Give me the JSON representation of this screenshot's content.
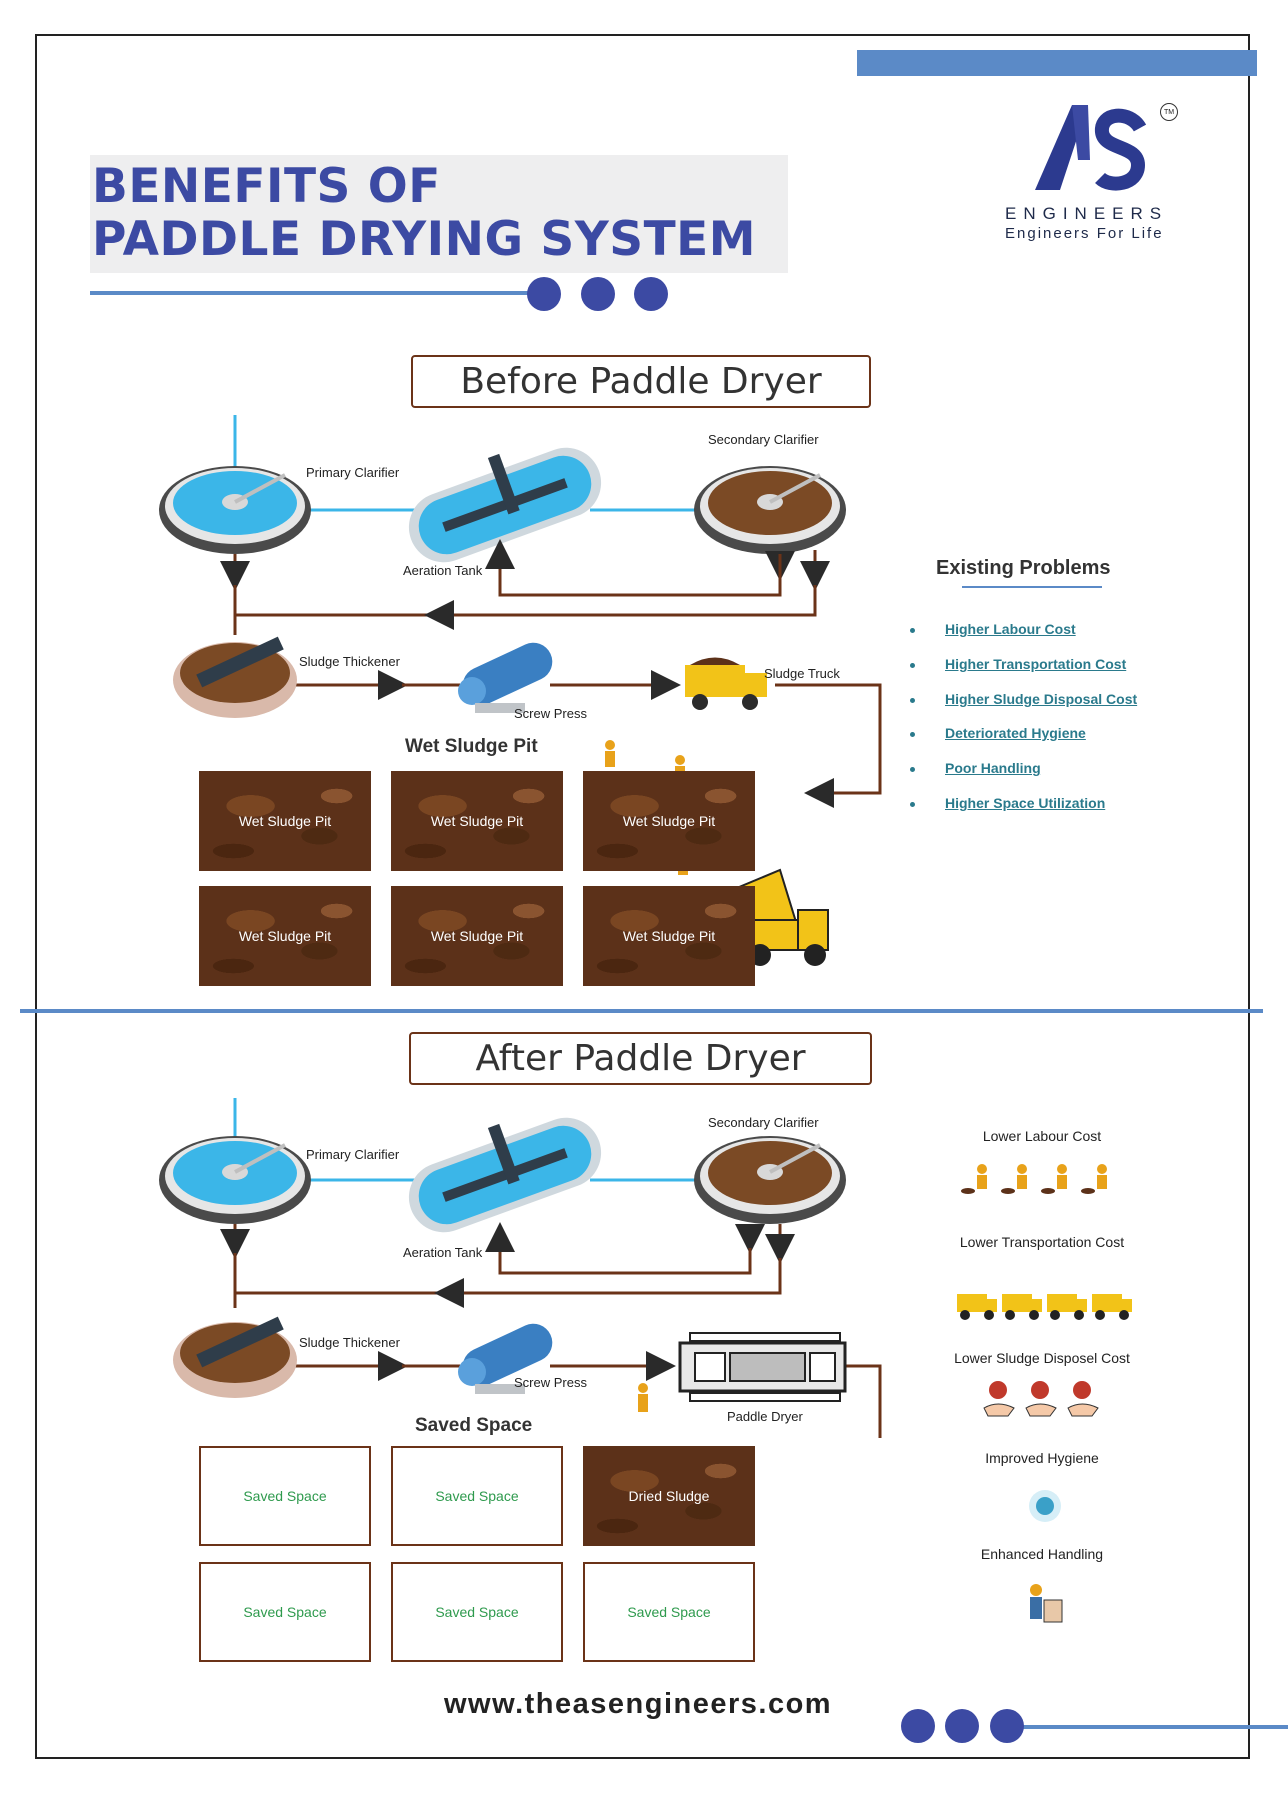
{
  "header": {
    "title_line1": "BENEFITS OF",
    "title_line2": "PADDLE DRYING SYSTEM",
    "logo_letters": "AS",
    "logo_tm": "TM",
    "logo_name": "ENGINEERS",
    "logo_tagline": "Engineers For Life"
  },
  "before": {
    "heading": "Before Paddle Dryer",
    "labels": {
      "primary_clarifier": "Primary Clarifier",
      "aeration_tank": "Aeration Tank",
      "secondary_clarifier": "Secondary Clarifier",
      "sludge_thickener": "Sludge Thickener",
      "screw_press": "Screw Press",
      "sludge_truck": "Sludge Truck"
    },
    "pit_title": "Wet Sludge Pit",
    "pits": [
      "Wet Sludge Pit",
      "Wet Sludge Pit",
      "Wet Sludge Pit",
      "Wet Sludge Pit",
      "Wet Sludge Pit",
      "Wet Sludge Pit"
    ],
    "problems_heading": "Existing Problems",
    "problems": [
      "Higher Labour Cost",
      "Higher Transportation Cost",
      "Higher Sludge Disposal Cost",
      "Deteriorated Hygiene",
      "Poor Handling",
      "Higher Space Utilization"
    ]
  },
  "after": {
    "heading": "After Paddle Dryer",
    "labels": {
      "primary_clarifier": "Primary Clarifier",
      "aeration_tank": "Aeration Tank",
      "secondary_clarifier": "Secondary Clarifier",
      "sludge_thickener": "Sludge Thickener",
      "screw_press": "Screw Press",
      "paddle_dryer": "Paddle Dryer"
    },
    "space_title": "Saved Space",
    "cells": [
      "Saved Space",
      "Saved Space",
      "Dried Sludge",
      "Saved Space",
      "Saved Space",
      "Saved Space"
    ],
    "benefits": [
      "Lower Labour Cost",
      "Lower Transportation Cost",
      "Lower Sludge Disposel Cost",
      "Improved Hygiene",
      "Enhanced Handling"
    ]
  },
  "footer": {
    "url": "www.theasengineers.com"
  },
  "colors": {
    "brand_blue": "#3c4aa3",
    "accent_blue": "#5b8ac7",
    "pipe_brown": "#6b3318",
    "water": "#3bb6e8",
    "sludge": "#5c3119",
    "link_teal": "#2a7a8c",
    "saved_green": "#2e9a4d"
  },
  "icons": [
    "clarifier-icon",
    "aeration-tank-icon",
    "thickener-icon",
    "screw-press-icon",
    "dump-truck-icon",
    "worker-shovel-icon",
    "paddle-dryer-icon",
    "money-hand-icon",
    "hygiene-icon",
    "handling-icon"
  ]
}
